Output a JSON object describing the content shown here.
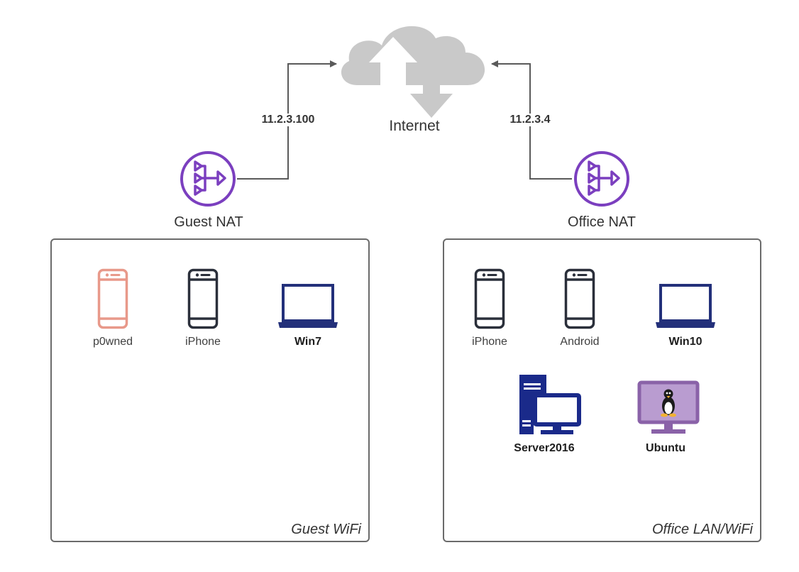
{
  "internet": {
    "label": "Internet",
    "icon": "cloud-icon"
  },
  "links": {
    "guest_ip": "11.2.3.100",
    "office_ip": "11.2.3.4"
  },
  "nats": {
    "guest": {
      "label": "Guest NAT",
      "icon": "nat-gateway-icon"
    },
    "office": {
      "label": "Office NAT",
      "icon": "nat-gateway-icon"
    }
  },
  "zones": {
    "guest": {
      "label": "Guest WiFi",
      "devices": [
        {
          "label": "p0wned",
          "icon": "phone-icon",
          "color": "#e8998a"
        },
        {
          "label": "iPhone",
          "icon": "phone-icon",
          "color": "#2a2f3a"
        },
        {
          "label": "Win7",
          "icon": "laptop-icon",
          "color": "#23307a"
        }
      ]
    },
    "office": {
      "label": "Office LAN/WiFi",
      "devices": [
        {
          "label": "iPhone",
          "icon": "phone-icon",
          "color": "#2a2f3a"
        },
        {
          "label": "Android",
          "icon": "phone-icon",
          "color": "#2a2f3a"
        },
        {
          "label": "Win10",
          "icon": "laptop-icon",
          "color": "#23307a"
        },
        {
          "label": "Server2016",
          "icon": "server-workstation-icon",
          "color": "#1a2a8a"
        },
        {
          "label": "Ubuntu",
          "icon": "linux-monitor-icon",
          "color": "#8a62a8"
        }
      ]
    }
  },
  "colors": {
    "nat": "#7b3fbf",
    "connector": "#5a5a5a",
    "cloud": "#c9c9c9",
    "zone_border": "#6b6b6b"
  }
}
